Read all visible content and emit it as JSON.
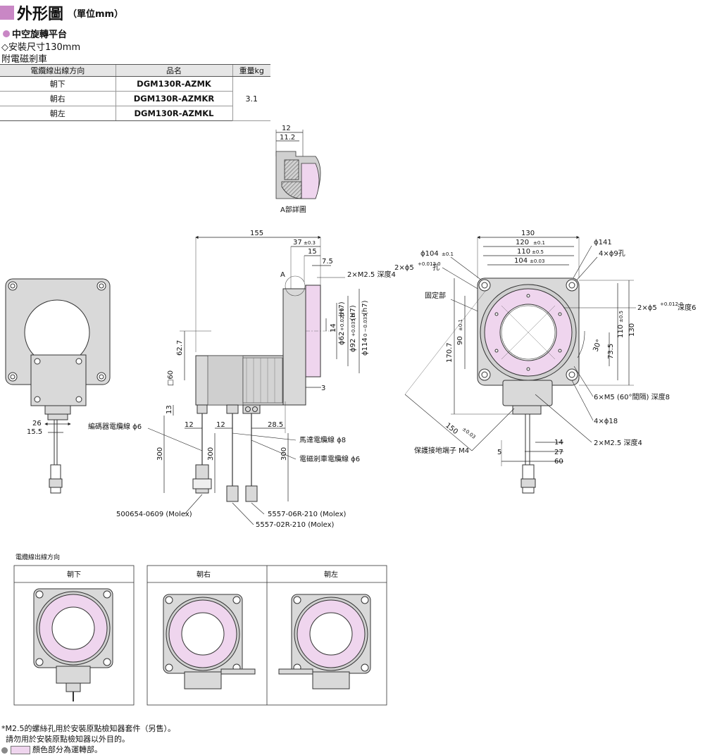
{
  "header": {
    "title": "外形圖",
    "unit": "（單位mm）",
    "product": "中空旋轉平台",
    "size": "◇安裝尺寸130mm",
    "brake": "附電磁剎車"
  },
  "table": {
    "headers": [
      "電纜線出線方向",
      "品名",
      "重量kg"
    ],
    "rows": [
      {
        "dir": "朝下",
        "model": "DGM130R-AZMK"
      },
      {
        "dir": "朝右",
        "model": "DGM130R-AZMKR"
      },
      {
        "dir": "朝左",
        "model": "DGM130R-AZMKL"
      }
    ],
    "weight": "3.1"
  },
  "detailA": {
    "dim1": "12",
    "dim2": "11.2",
    "label": "A部詳圖"
  },
  "side": {
    "d155": "155",
    "d37": "37",
    "d37tol": "±0.3",
    "d15": "15",
    "d7_5": "7.5",
    "A": "A",
    "m25": "2×M2.5 深度4",
    "d14": "14",
    "d62": "ϕ62",
    "d62tol": "+0.025 0",
    "d62h": "(H7)",
    "d92": "ϕ92",
    "d92tol": "+0.035 0",
    "d92h": "(H7)",
    "d114": "ϕ114",
    "d114tol": "0 −0.035",
    "d114h": "(h7)",
    "d62_7": "62.7",
    "sq60": "□60",
    "d3": "3",
    "d13": "13",
    "d12a": "12",
    "d12b": "12",
    "d28_5": "28.5",
    "enc": "編碼器電纜線 ϕ6",
    "motor": "馬達電纜線 ϕ8",
    "brake": "電磁剎車電纜線 ϕ6",
    "d300a": "300",
    "d300b": "300",
    "conn1": "500654-0609 (Molex)",
    "conn2": "5557-06R-210 (Molex)",
    "conn3": "5557-02R-210 (Molex)"
  },
  "left": {
    "d26": "26",
    "d15_5": "15.5"
  },
  "front": {
    "d130": "130",
    "d120": "120",
    "d120tol": "±0.1",
    "d110": "110",
    "d110tol": "±0.5",
    "d104": "104",
    "d104tol": "±0.03",
    "phi141": "ϕ141",
    "holes9": "4×ϕ9孔",
    "phi104": "ϕ104",
    "phi104tol": "±0.1",
    "hole5": "2×ϕ5",
    "hole5tol": "+0.012 0",
    "hole5suffix": "孔",
    "fixed": "固定部",
    "hole5b": "2×ϕ5",
    "hole5btol": "+0.012 0",
    "hole5bsuffix": "深度6",
    "d110v": "110",
    "d110vtol": "±0.5",
    "d130v": "130",
    "d170_7": "170.7",
    "d90": "90",
    "d90tol": "±0.1",
    "angle30": "30°",
    "d73_5": "73.5",
    "m5": "6×M5 (60°間隔) 深度8",
    "phi18": "4×ϕ18",
    "d150": "150",
    "d150tol": "±0.03",
    "m25": "2×M2.5 深度4",
    "ground": "保護接地端子 M4",
    "d5": "5",
    "d14": "14",
    "d27": "27",
    "d60": "60"
  },
  "views": {
    "caption": "電纜線出線方向",
    "down": "朝下",
    "right": "朝右",
    "left": "朝左"
  },
  "notes": {
    "n1": "*M2.5的螺絲孔用於安裝原點檢知器套件（另售）。",
    "n2": "請勿用於安裝原點檢知器以外目的。",
    "n3": "顏色部分為運轉部。"
  },
  "colors": {
    "accent": "#c987c5",
    "rotating": "#efd5ee",
    "body": "#d9d9d9"
  }
}
